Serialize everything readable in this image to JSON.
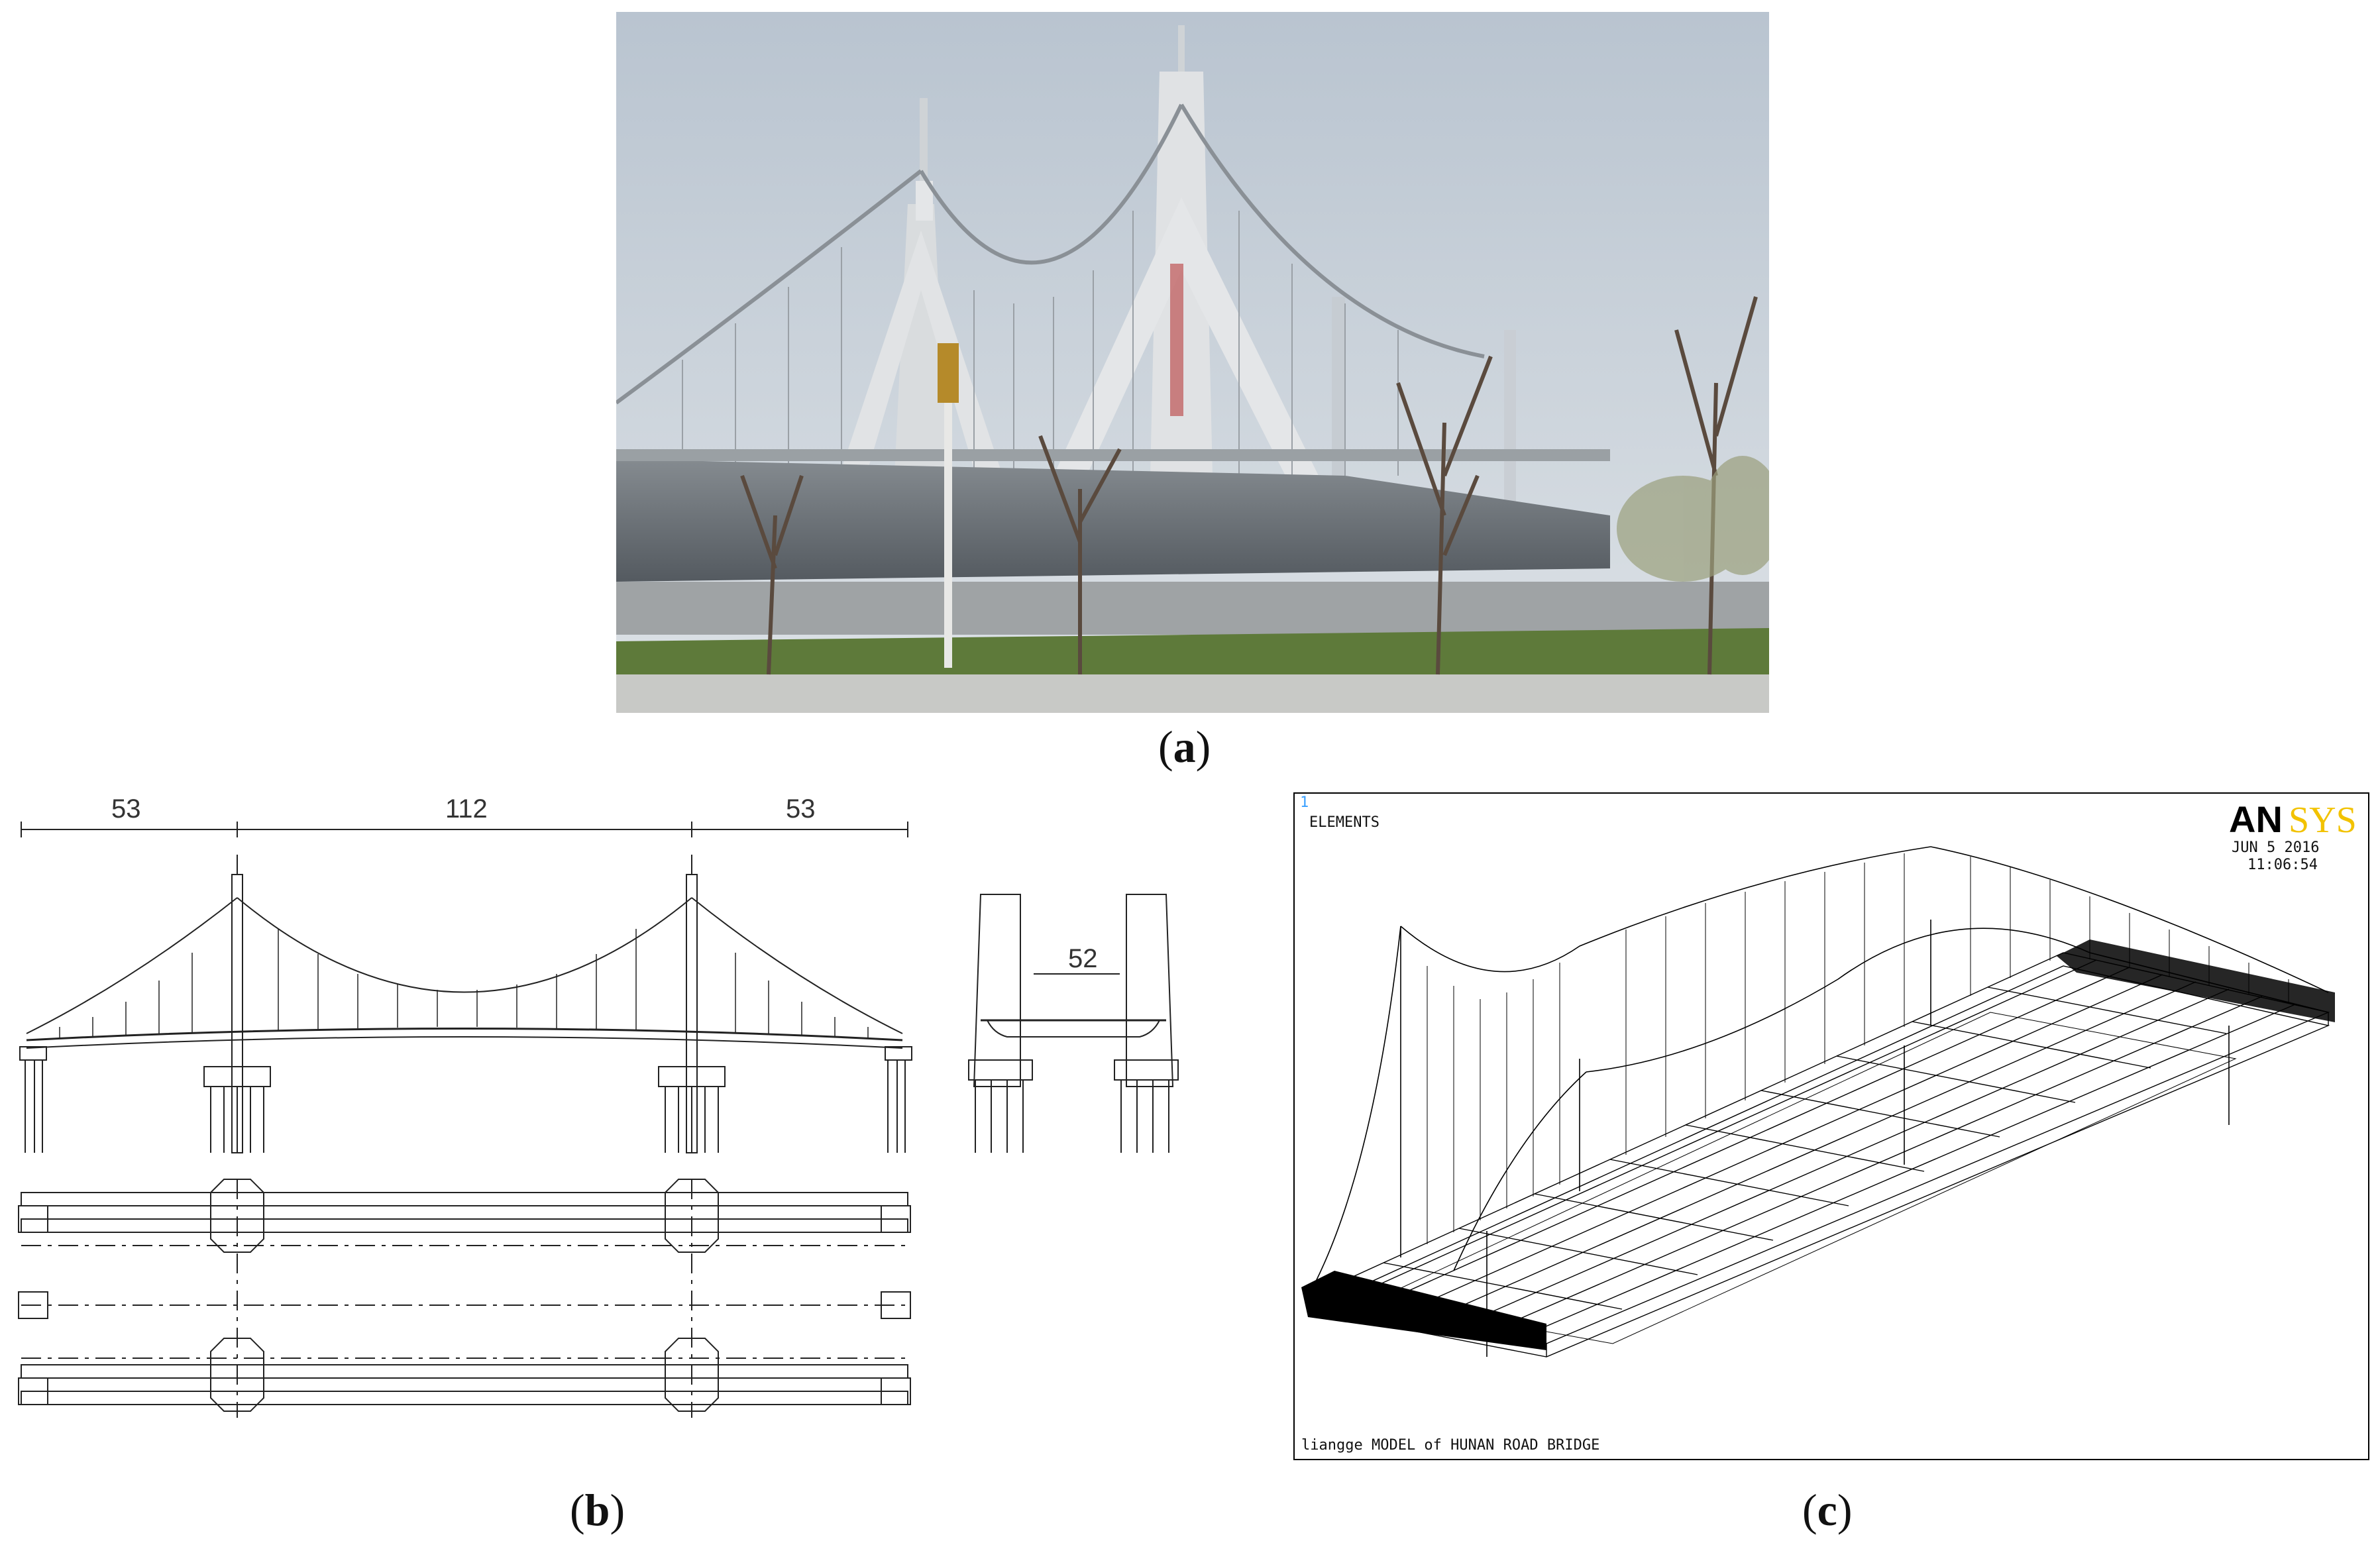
{
  "captions": {
    "a": "a",
    "b": "b",
    "c": "c"
  },
  "drawing": {
    "elevation_dims": [
      "53",
      "112",
      "53"
    ],
    "section_dim": "52"
  },
  "ansys": {
    "logo_an": "AN",
    "logo_sys": "SYS",
    "window_number": "1",
    "plot_type": "ELEMENTS",
    "date": "JUN  5 2016",
    "time": "11:06:54",
    "model_title": "liangge MODEL of HUNAN ROAD BRIDGE"
  },
  "colors": {
    "sky": "#cfd6de",
    "grass": "#5e7a3a",
    "deck": "#6e7378",
    "logo_sys": "#f2c200"
  }
}
